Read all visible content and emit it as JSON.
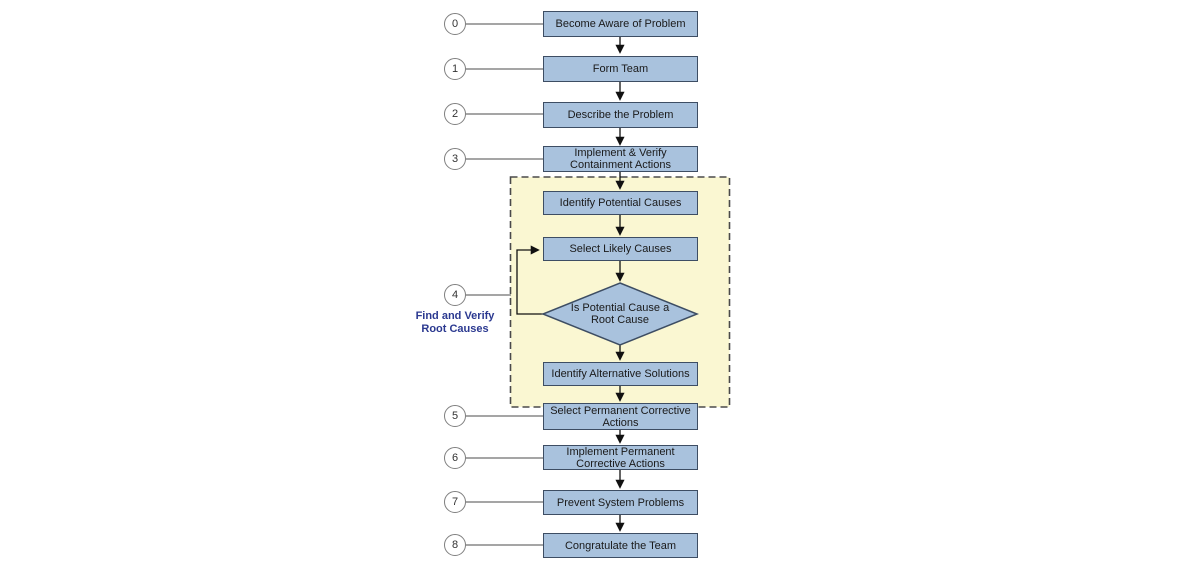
{
  "flow": {
    "steps": [
      {
        "badge": "0",
        "box": {
          "lines": [
            "Become Aware of Problem"
          ]
        }
      },
      {
        "badge": "1",
        "box": {
          "lines": [
            "Form Team"
          ]
        }
      },
      {
        "badge": "2",
        "box": {
          "lines": [
            "Describe the Problem"
          ]
        }
      },
      {
        "badge": "3",
        "box": {
          "lines": [
            "Implement & Verify",
            "Containment Actions"
          ]
        }
      },
      {
        "badge": "4",
        "side_label": {
          "lines": [
            "Find and Verify",
            "Root Causes"
          ]
        }
      },
      {
        "badge": "5",
        "box": {
          "lines": [
            "Select Permanent Corrective",
            "Actions"
          ]
        }
      },
      {
        "badge": "6",
        "box": {
          "lines": [
            "Implement Permanent",
            "Corrective Actions"
          ]
        }
      },
      {
        "badge": "7",
        "box": {
          "lines": [
            "Prevent System Problems"
          ]
        }
      },
      {
        "badge": "8",
        "box": {
          "lines": [
            "Congratulate the Team"
          ]
        }
      }
    ],
    "root_cause_group": {
      "boxes": [
        {
          "lines": [
            "Identify Potential Causes"
          ]
        },
        {
          "lines": [
            "Select Likely Causes"
          ]
        }
      ],
      "decision": {
        "lines": [
          "Is Potential Cause a",
          "Root Cause"
        ]
      },
      "post_decision_box": {
        "lines": [
          "Identify Alternative Solutions"
        ]
      }
    },
    "colors": {
      "node_fill": "#a9c2dd",
      "node_border": "#3d4d63",
      "group_fill": "#faf7d2",
      "group_border": "#4a4a4a",
      "side_label": "#2b3990",
      "connector_line": "#6f6f6f",
      "arrow_line": "#111111"
    }
  }
}
